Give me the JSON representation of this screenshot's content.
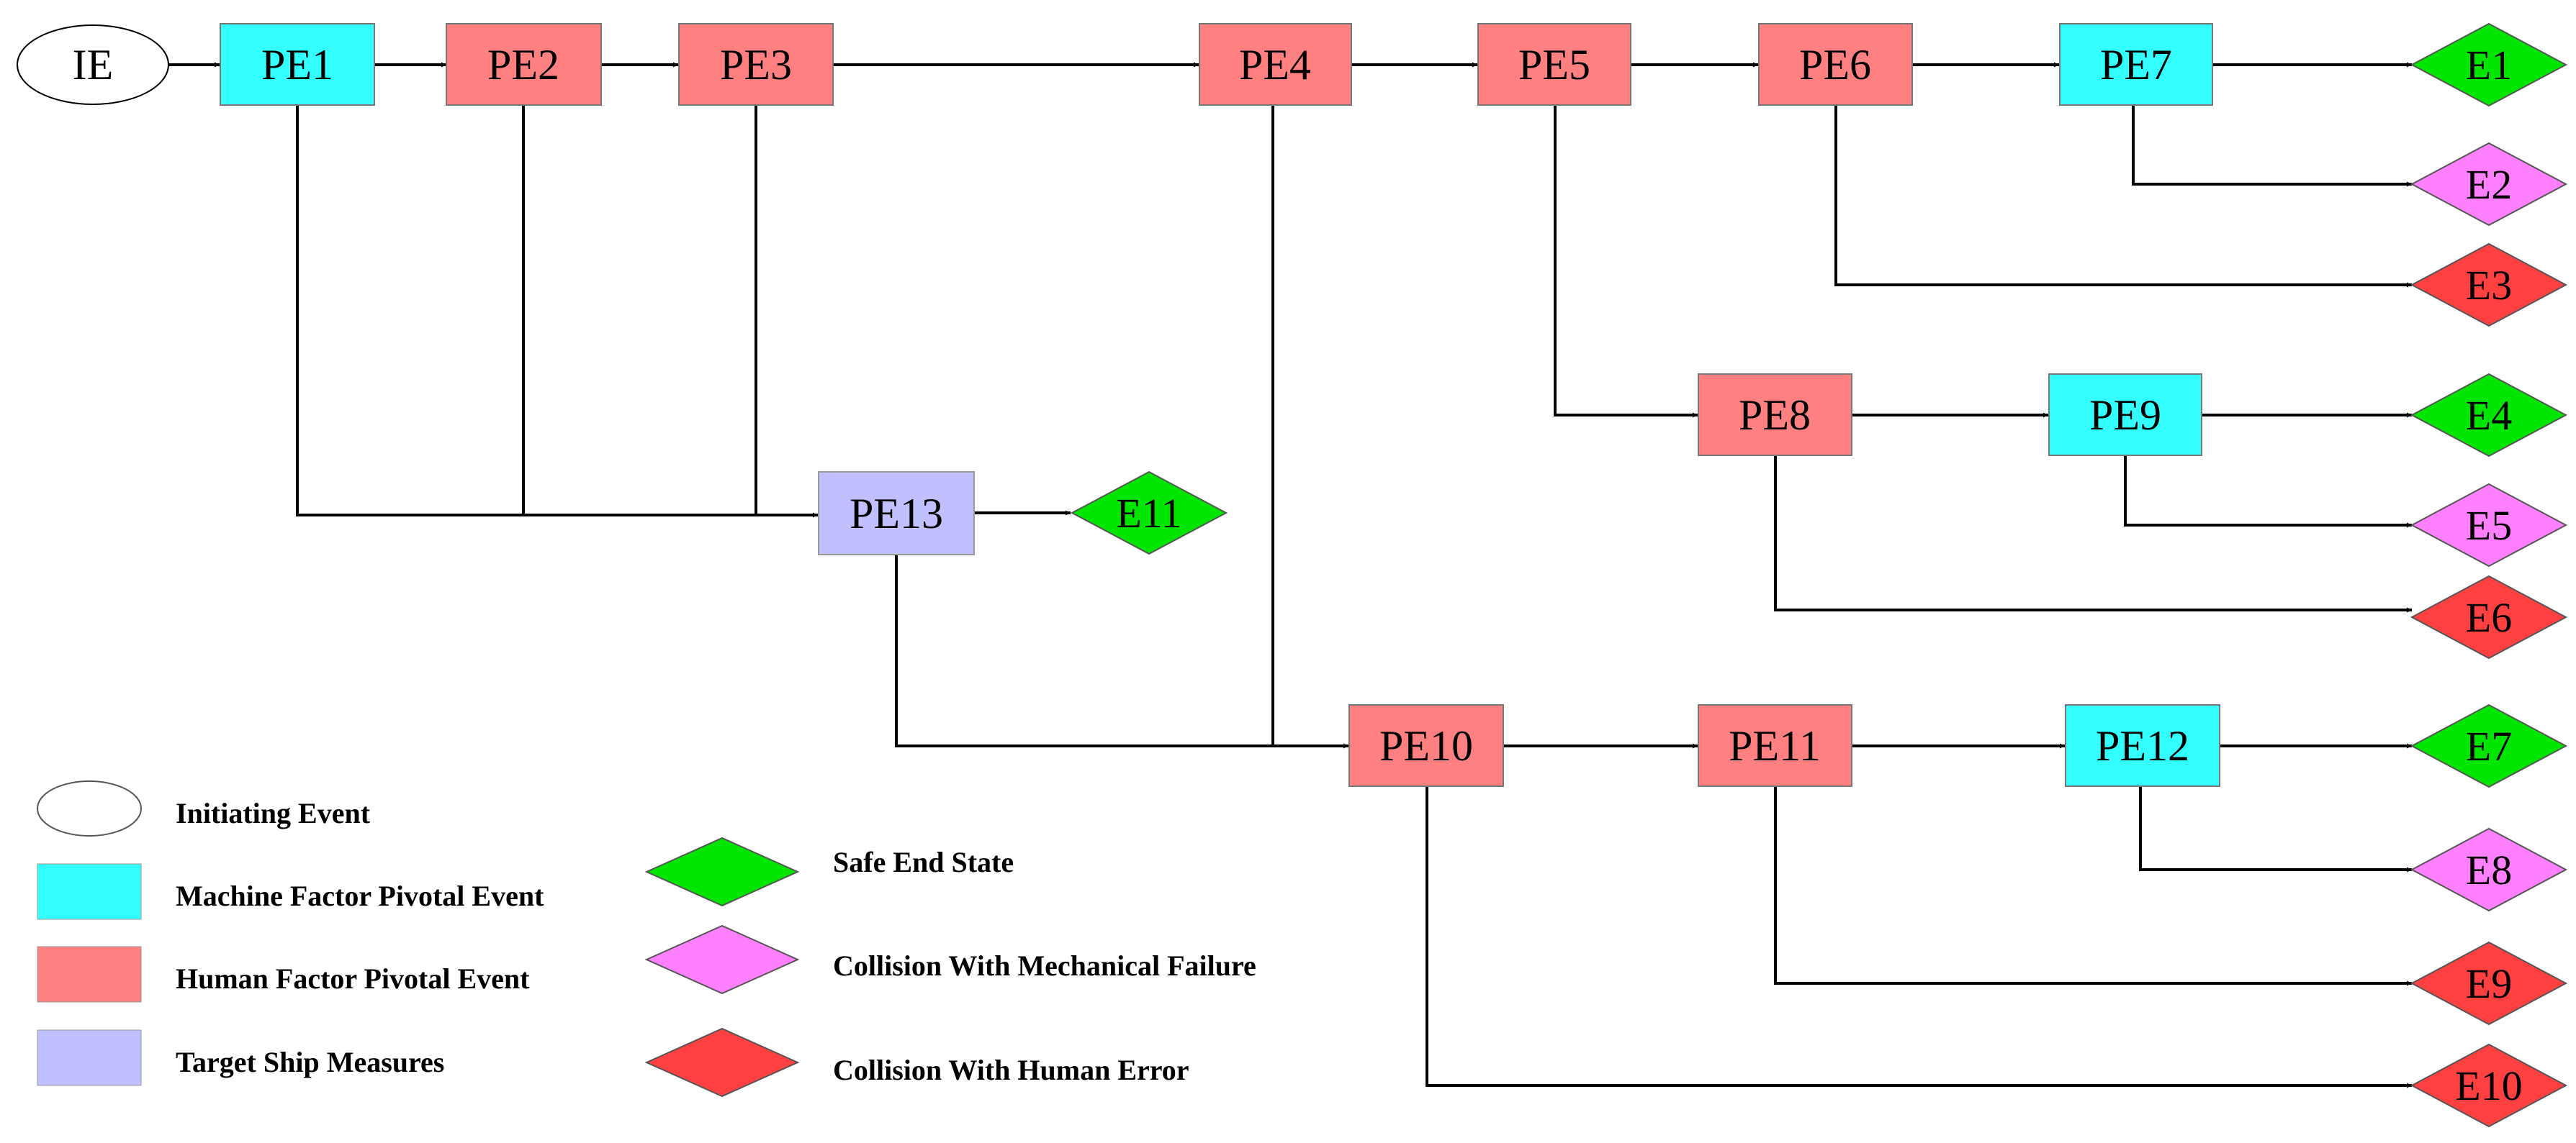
{
  "colors": {
    "machine": "#33ffff",
    "human": "#ff8080",
    "target": "#c0c0ff",
    "safe": "#00e600",
    "mechanical": "#ff80ff",
    "human_error": "#ff4040",
    "initiating": "#ffffff"
  },
  "nodes": {
    "IE": {
      "label": "IE",
      "type": "initiating"
    },
    "PE1": {
      "label": "PE1",
      "type": "machine"
    },
    "PE2": {
      "label": "PE2",
      "type": "human"
    },
    "PE3": {
      "label": "PE3",
      "type": "human"
    },
    "PE4": {
      "label": "PE4",
      "type": "human"
    },
    "PE5": {
      "label": "PE5",
      "type": "human"
    },
    "PE6": {
      "label": "PE6",
      "type": "human"
    },
    "PE7": {
      "label": "PE7",
      "type": "machine"
    },
    "PE8": {
      "label": "PE8",
      "type": "human"
    },
    "PE9": {
      "label": "PE9",
      "type": "machine"
    },
    "PE10": {
      "label": "PE10",
      "type": "human"
    },
    "PE11": {
      "label": "PE11",
      "type": "human"
    },
    "PE12": {
      "label": "PE12",
      "type": "machine"
    },
    "PE13": {
      "label": "PE13",
      "type": "target"
    },
    "E1": {
      "label": "E1",
      "type": "safe"
    },
    "E2": {
      "label": "E2",
      "type": "mechanical"
    },
    "E3": {
      "label": "E3",
      "type": "human_error"
    },
    "E4": {
      "label": "E4",
      "type": "safe"
    },
    "E5": {
      "label": "E5",
      "type": "mechanical"
    },
    "E6": {
      "label": "E6",
      "type": "human_error"
    },
    "E7": {
      "label": "E7",
      "type": "safe"
    },
    "E8": {
      "label": "E8",
      "type": "mechanical"
    },
    "E9": {
      "label": "E9",
      "type": "human_error"
    },
    "E10": {
      "label": "E10",
      "type": "human_error"
    },
    "E11": {
      "label": "E11",
      "type": "safe"
    }
  },
  "edges": [
    [
      "IE",
      "PE1"
    ],
    [
      "PE1",
      "PE2"
    ],
    [
      "PE2",
      "PE3"
    ],
    [
      "PE3",
      "PE4"
    ],
    [
      "PE4",
      "PE5"
    ],
    [
      "PE5",
      "PE6"
    ],
    [
      "PE6",
      "PE7"
    ],
    [
      "PE7",
      "E1"
    ],
    [
      "PE7",
      "E2"
    ],
    [
      "PE6",
      "E3"
    ],
    [
      "PE5",
      "PE8"
    ],
    [
      "PE8",
      "PE9"
    ],
    [
      "PE9",
      "E4"
    ],
    [
      "PE9",
      "E5"
    ],
    [
      "PE8",
      "E6"
    ],
    [
      "PE1",
      "PE13"
    ],
    [
      "PE2",
      "PE13"
    ],
    [
      "PE3",
      "PE13"
    ],
    [
      "PE13",
      "E11"
    ],
    [
      "PE13",
      "PE10"
    ],
    [
      "PE4",
      "PE10"
    ],
    [
      "PE10",
      "PE11"
    ],
    [
      "PE11",
      "PE12"
    ],
    [
      "PE12",
      "E7"
    ],
    [
      "PE12",
      "E8"
    ],
    [
      "PE11",
      "E9"
    ],
    [
      "PE10",
      "E10"
    ]
  ],
  "legend": {
    "initiating": "Initiating Event",
    "machine": "Machine Factor Pivotal Event",
    "human": "Human Factor Pivotal Event",
    "target": "Target Ship Measures",
    "safe": "Safe End State",
    "mechanical": "Collision With Mechanical Failure",
    "human_error": "Collision With Human Error"
  }
}
